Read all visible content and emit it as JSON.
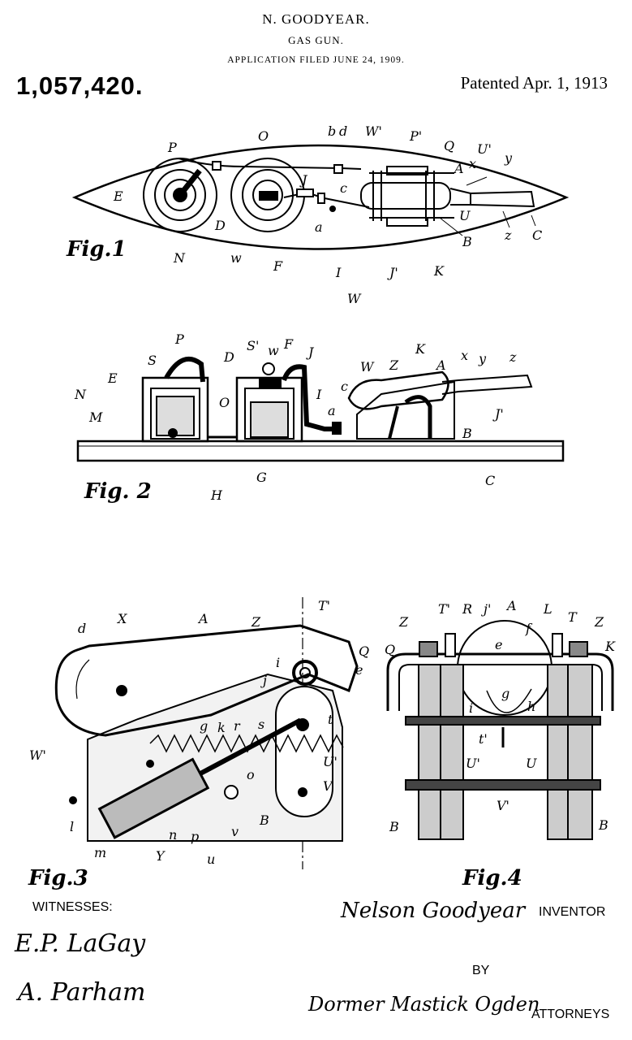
{
  "header": {
    "inventor_name": "N. GOODYEAR.",
    "title": "GAS GUN.",
    "application": "APPLICATION FILED JUNE 24, 1909.",
    "patent_number": "1,057,420.",
    "patent_date": "Patented Apr. 1, 1913"
  },
  "figures": {
    "fig1": {
      "caption": "Fig.1",
      "labels": [
        "P",
        "O",
        "b",
        "d",
        "W'",
        "P'",
        "Q",
        "U'",
        "y",
        "A",
        "x",
        "E",
        "J",
        "c",
        "D",
        "U",
        "z",
        "C",
        "a",
        "B",
        "N",
        "w",
        "F",
        "I",
        "J'",
        "K",
        "W"
      ]
    },
    "fig2": {
      "caption": "Fig. 2",
      "labels": [
        "P",
        "S",
        "S'",
        "w",
        "F",
        "J",
        "D",
        "E",
        "K",
        "W",
        "Z",
        "A",
        "x",
        "y",
        "z",
        "N",
        "M",
        "I",
        "c",
        "O",
        "a",
        "J'",
        "B",
        "H",
        "G",
        "C"
      ]
    },
    "fig3": {
      "caption": "Fig.3",
      "labels": [
        "d",
        "X",
        "A",
        "Z",
        "T'",
        "Q",
        "e",
        "i",
        "j",
        "t",
        "W'",
        "g",
        "k",
        "r",
        "s",
        "U'",
        "V",
        "o",
        "l",
        "n",
        "p",
        "v",
        "B",
        "m",
        "Y",
        "u"
      ]
    },
    "fig4": {
      "caption": "Fig.4",
      "labels": [
        "Z",
        "T'",
        "R",
        "j'",
        "A",
        "L",
        "T",
        "Z",
        "K",
        "f",
        "Q",
        "e",
        "g",
        "i",
        "h",
        "t'",
        "U'",
        "U",
        "V'",
        "B",
        "B"
      ]
    }
  },
  "footer": {
    "witnesses_label": "WITNESSES:",
    "witness_1": "E.P. LaGay",
    "witness_2": "A. Parham",
    "inventor_signature": "Nelson Goodyear",
    "inventor_label": "INVENTOR",
    "by_label": "BY",
    "attorney_signature": "Dormer Mastick Ogden",
    "attorneys_label": "ATTORNEYS"
  }
}
